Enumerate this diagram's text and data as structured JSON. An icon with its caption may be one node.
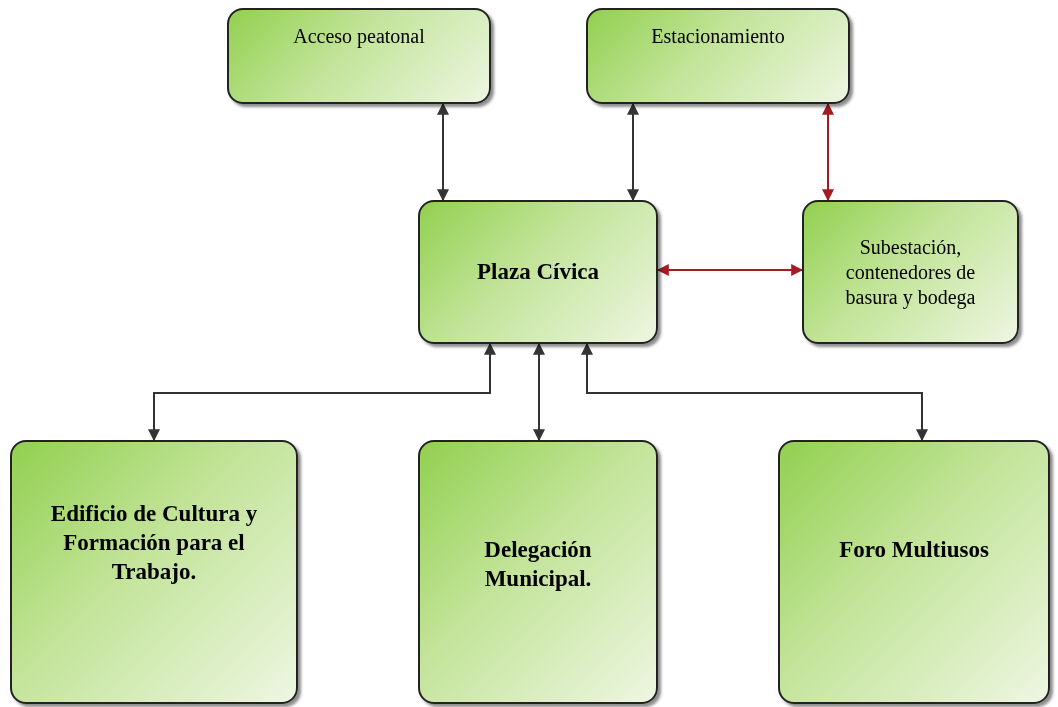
{
  "diagram": {
    "nodes": [
      {
        "text": [
          "Acceso peatonal"
        ]
      },
      {
        "text": [
          "Estacionamiento"
        ]
      },
      {
        "text": [
          "Plaza Cívica"
        ]
      },
      {
        "text": [
          "Subestación, contenedores de basura y bodega"
        ]
      },
      {
        "text": [
          "Edificio de Cultura y Formación para el Trabajo."
        ]
      },
      {
        "text": [
          "Delegación Municipal."
        ]
      },
      {
        "text": [
          "Foro Multiusos"
        ]
      }
    ],
    "edges": [
      {
        "from": 0,
        "to": 2,
        "arrow": "both"
      },
      {
        "from": 1,
        "to": 2,
        "arrow": "both"
      },
      {
        "from": 1,
        "to": 3,
        "arrow": "both",
        "color": "#a31c22"
      },
      {
        "from": 2,
        "to": 3,
        "arrow": "both",
        "color": "#a31c22"
      },
      {
        "from": 2,
        "to": 4,
        "arrow": "both"
      },
      {
        "from": 2,
        "to": 5,
        "arrow": "both"
      },
      {
        "from": 2,
        "to": 6,
        "arrow": "both"
      }
    ]
  }
}
